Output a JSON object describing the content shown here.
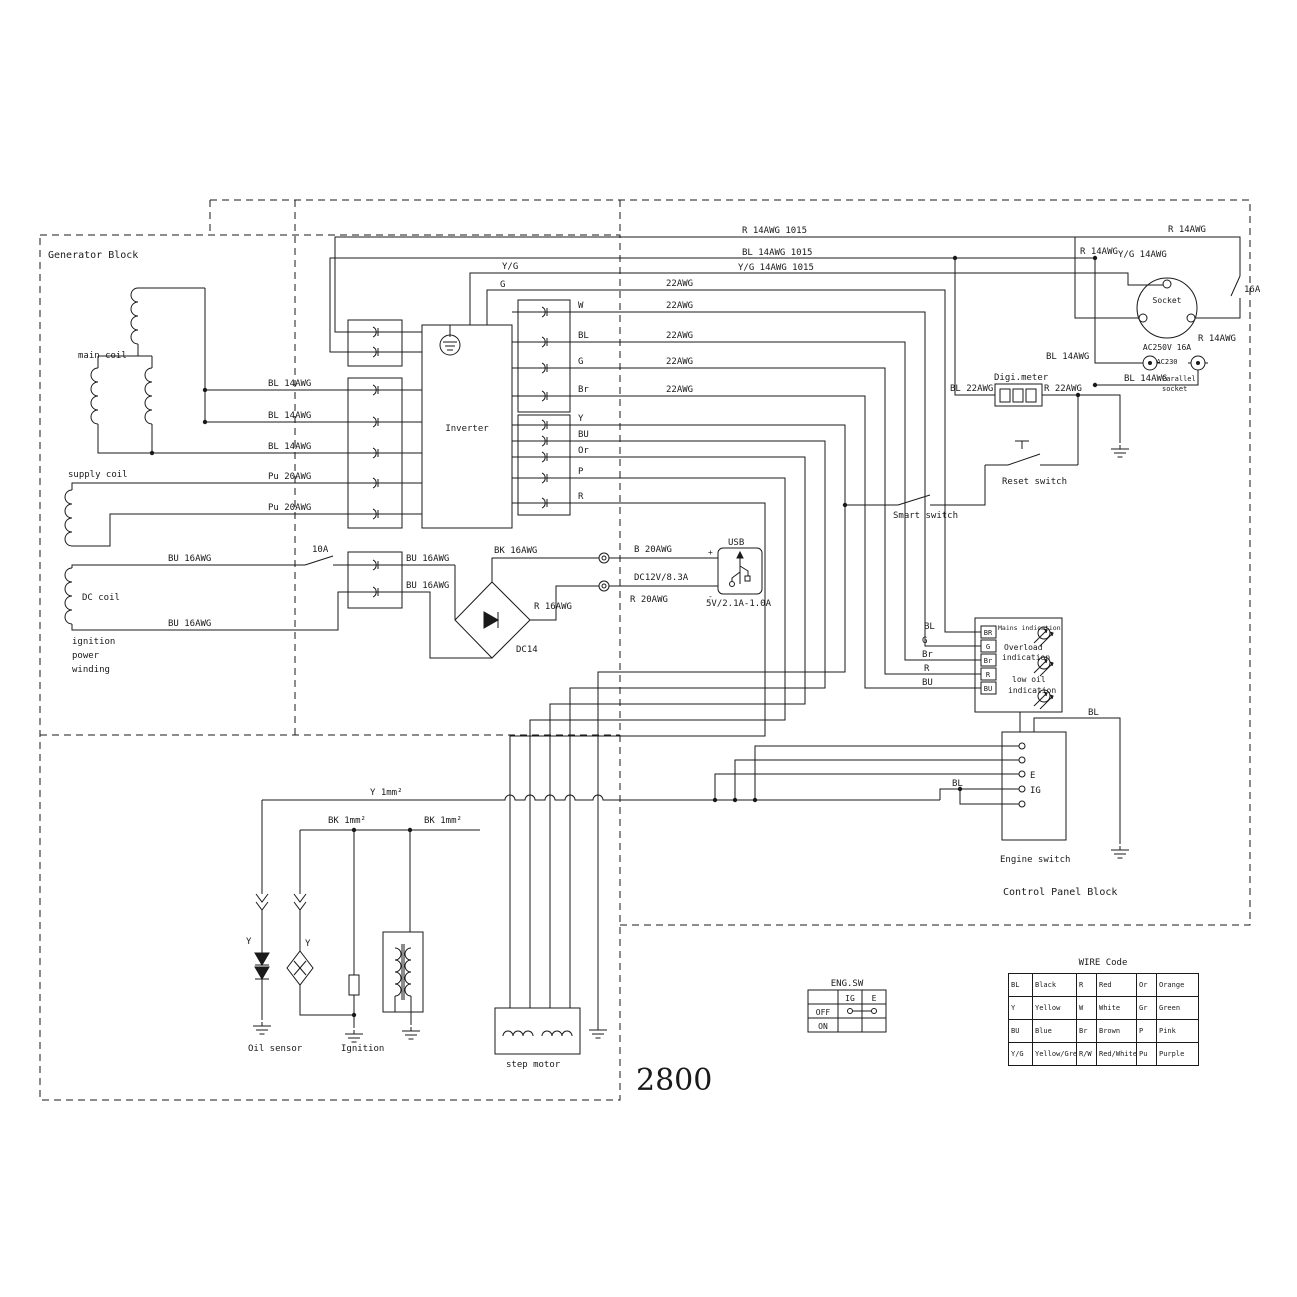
{
  "diagram_number": "2800",
  "blocks": {
    "generator": "Generator Block",
    "control_panel": "Control Panel Block"
  },
  "generator": {
    "main_coil": "main coil",
    "supply_coil": "supply coil",
    "dc_coil": "DC coil",
    "ignition_l1": "ignition",
    "ignition_l2": "power",
    "ignition_l3": "winding"
  },
  "inverter": {
    "label": "Inverter",
    "yg": "Y/G",
    "g": "G"
  },
  "left_wires": {
    "bl1": "BL 14AWG",
    "bl2": "BL 14AWG",
    "bl3": "BL 14AWG",
    "pu1": "Pu 20AWG",
    "pu2": "Pu 20AWG",
    "bu_top": "BU  16AWG",
    "bu_bottom": "BU  16AWG"
  },
  "pin_labels": {
    "w": "W",
    "bl": "BL",
    "g": "G",
    "br": "Br",
    "y": "Y",
    "bu": "BU",
    "or": "Or",
    "p": "P",
    "r": "R"
  },
  "awg22": [
    "22AWG",
    "22AWG",
    "22AWG",
    "22AWG",
    "22AWG"
  ],
  "top_bus": {
    "r": "R  14AWG  1015",
    "bl": "BL  14AWG  1015",
    "yg": "Y/G 14AWG  1015"
  },
  "dc_section": {
    "fuse": "10A",
    "bu_a": "BU 16AWG",
    "bu_b": "BU 16AWG",
    "bk": "BK  16AWG",
    "r": "R  16AWG",
    "bridge": "DC14",
    "b20": "B 20AWG",
    "r20": "R 20AWG",
    "dc12v": "DC12V/8.3A",
    "usb": "USB",
    "usb_rating": "5V/2.1A-1.0A",
    "plus": "+",
    "minus": "-"
  },
  "right_top": {
    "r14_top": "R  14AWG",
    "r14_drop": "R  14AWG",
    "yg14": "Y/G  14AWG",
    "breaker": "16A",
    "socket": "Socket",
    "socket_rating": "AC250V 16A",
    "ac230": "AC230",
    "parallel_line1": "Parallel",
    "parallel_line2": "socket",
    "r14_b": "R  14AWG",
    "bl14_a": "BL  14AWG",
    "bl14_b": "BL  14AWG",
    "meter": "Digi.meter",
    "bl22": "BL 22AWG",
    "r22": "R 22AWG",
    "reset": "Reset switch",
    "smart": "Smart switch"
  },
  "indicator": {
    "note": "Mains indication",
    "overload_1": "Overload",
    "overload_2": "indication",
    "lowoil_1": "low oil",
    "lowoil_2": "indication",
    "pins": [
      "BR",
      "G",
      "Br",
      "R",
      "BU"
    ],
    "wires": [
      "BL",
      "G",
      "Br",
      "R",
      "BU"
    ]
  },
  "engine_switch": {
    "label": "Engine switch",
    "e": "E",
    "ig": "IG",
    "bl_top": "BL",
    "bl_left": "BL"
  },
  "bottom": {
    "y1mm": "Y 1mm²",
    "bk1mm_a": "BK 1mm²",
    "bk1mm_b": "BK  1mm²",
    "y_a": "Y",
    "y_b": "Y",
    "oil_sensor": "Oil sensor",
    "ignition": "Ignition",
    "step_motor": "step motor"
  },
  "eng_sw": {
    "title": "ENG.SW",
    "ig": "IG",
    "e": "E",
    "off": "OFF",
    "on": "ON"
  },
  "wire_code": {
    "title": "WIRE Code",
    "rows": [
      [
        "BL",
        "Black",
        "R",
        "Red",
        "Or",
        "Orange"
      ],
      [
        "Y",
        "Yellow",
        "W",
        "White",
        "Gr",
        "Green"
      ],
      [
        "BU",
        "Blue",
        "Br",
        "Brown",
        "P",
        "Pink"
      ],
      [
        "Y/G",
        "Yellow/Green",
        "R/W",
        "Red/White",
        "Pu",
        "Purple"
      ]
    ]
  }
}
